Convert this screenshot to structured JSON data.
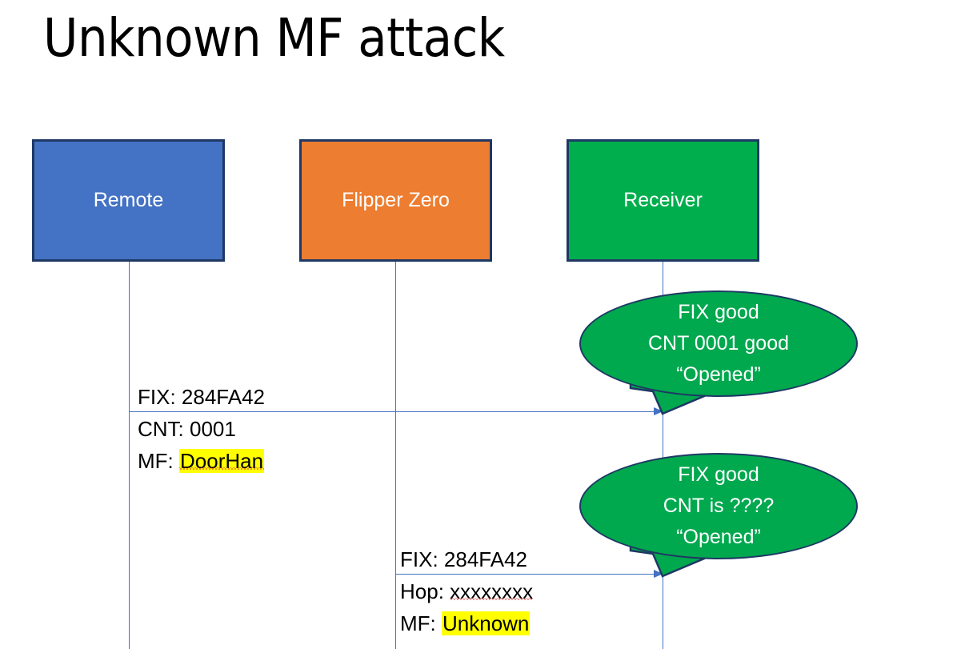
{
  "slide": {
    "title": "Unknown MF attack",
    "background_color": "#FFFFFF"
  },
  "colors": {
    "remote_box": "#4472C4",
    "flipper_box": "#ED7D31",
    "receiver_box": "#00AE4D",
    "box_border": "#1F3864",
    "lifeline": "#4472C4",
    "arrow": "#4472C4",
    "bubble_fill": "#00A84E",
    "bubble_border": "#1F3864",
    "highlight": "#FFFF00",
    "spellcheck_underline": "#E03030",
    "text_dark": "#000000",
    "text_light": "#FFFFFF"
  },
  "actors": [
    {
      "id": "remote",
      "label": "Remote"
    },
    {
      "id": "flipper",
      "label": "Flipper Zero"
    },
    {
      "id": "receiver",
      "label": "Receiver"
    }
  ],
  "messages": [
    {
      "id": "msg-1",
      "from": "remote",
      "to": "receiver",
      "line_above": "FIX: 284FA42",
      "line_below_1_prefix": "CNT: 0001",
      "line_below_2_prefix": "MF: ",
      "line_below_2_value": "DoorHan",
      "line_below_2_highlighted": true,
      "line_below_2_spellchecked": true
    },
    {
      "id": "msg-2",
      "from": "flipper",
      "to": "receiver",
      "line_above": "FIX: 284FA42",
      "line_below_1_prefix": "Hop: ",
      "line_below_1_value": "xxxxxxxx",
      "line_below_1_spellchecked": true,
      "line_below_2_prefix": "MF: ",
      "line_below_2_value": "Unknown",
      "line_below_2_highlighted": true,
      "line_below_2_spellchecked": false
    }
  ],
  "bubbles": [
    {
      "id": "bubble-1",
      "owner": "receiver",
      "lines": [
        "FIX good",
        "CNT 0001 good",
        "“Opened”"
      ]
    },
    {
      "id": "bubble-2",
      "owner": "receiver",
      "lines": [
        "FIX good",
        "CNT is ????",
        "“Opened”"
      ]
    }
  ]
}
